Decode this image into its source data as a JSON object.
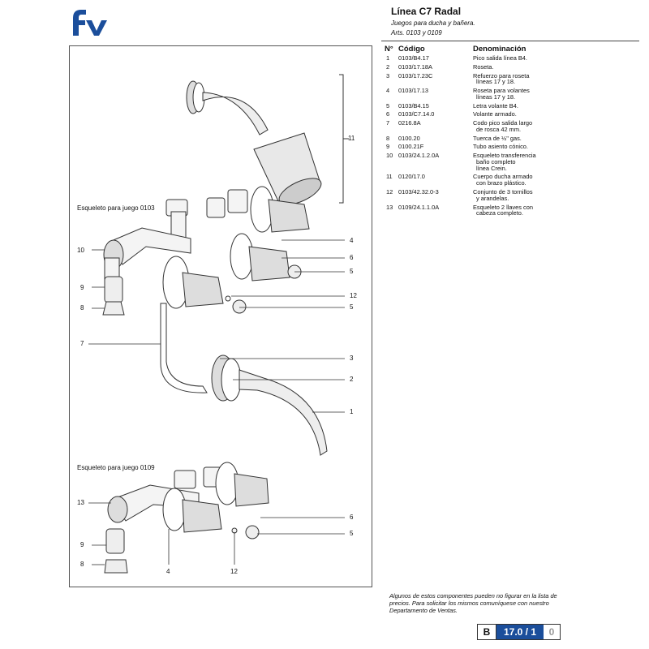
{
  "header": {
    "logo_text": "fv",
    "title": "Línea C7 Radal",
    "subtitle": "Juegos para ducha y bañera.",
    "articles": "Arts. 0103 y 0109"
  },
  "table": {
    "col_no": "N°",
    "col_code": "Código",
    "col_name": "Denominación",
    "rows": [
      {
        "n": "1",
        "code": "0103/B4.17",
        "desc": "Pico salida línea B4."
      },
      {
        "n": "2",
        "code": "0103/17.18A",
        "desc": "Roseta."
      },
      {
        "n": "3",
        "code": "0103/17.23C",
        "desc": "Refuerzo para roseta",
        "desc2": "líneas 17 y 18."
      },
      {
        "n": "4",
        "code": "0103/17.13",
        "desc": "Roseta para volantes",
        "desc2": "líneas 17 y 18."
      },
      {
        "n": "5",
        "code": "0103/B4.15",
        "desc": "Letra volante B4."
      },
      {
        "n": "6",
        "code": "0103/C7.14.0",
        "desc": "Volante armado."
      },
      {
        "n": "7",
        "code": "0216.8A",
        "desc": "Codo pico salida largo",
        "desc2": "de rosca 42 mm."
      },
      {
        "n": "8",
        "code": "0100.20",
        "desc": "Tuerca de ½\" gas."
      },
      {
        "n": "9",
        "code": "0100.21F",
        "desc": "Tubo asiento cónico."
      },
      {
        "n": "10",
        "code": "0103/24.1.2.0A",
        "desc": "Esqueleto transferencia",
        "desc2": "baño completo",
        "desc3": "línea Crein."
      },
      {
        "n": "11",
        "code": "0120/17.0",
        "desc": "Cuerpo ducha armado",
        "desc2": "con brazo plástico."
      },
      {
        "n": "12",
        "code": "0103/42.32.0-3",
        "desc": "Conjunto de 3 tornillos",
        "desc2": "y arandelas."
      },
      {
        "n": "13",
        "code": "0109/24.1.1.0A",
        "desc": "Esqueleto 2 llaves con",
        "desc2": "cabeza completo."
      }
    ]
  },
  "drawing": {
    "label_set_0103": "Esqueleto para juego 0103",
    "label_set_0109": "Esqueleto para juego 0109",
    "callouts": {
      "c11": "11",
      "c4": "4",
      "c6": "6",
      "c5a": "5",
      "c10": "10",
      "c9": "9",
      "c12": "12",
      "c8": "8",
      "c5b": "5",
      "c7": "7",
      "c3": "3",
      "c2": "2",
      "c1": "1",
      "c13": "13",
      "c9b": "9",
      "c8b": "8",
      "c4b": "4",
      "c12b": "12",
      "c6b": "6",
      "c5c": "5"
    }
  },
  "footer": {
    "note": "Algunos de estos componentes pueden no figurar en la lista de precios. Para solicitar los mismos comuníquese con nuestro Departamento de Ventas.",
    "page_letter": "B",
    "page_main": "17.0 / 1",
    "page_sub": "0"
  },
  "colors": {
    "brand_blue": "#1b4e9b",
    "line": "#333333"
  }
}
